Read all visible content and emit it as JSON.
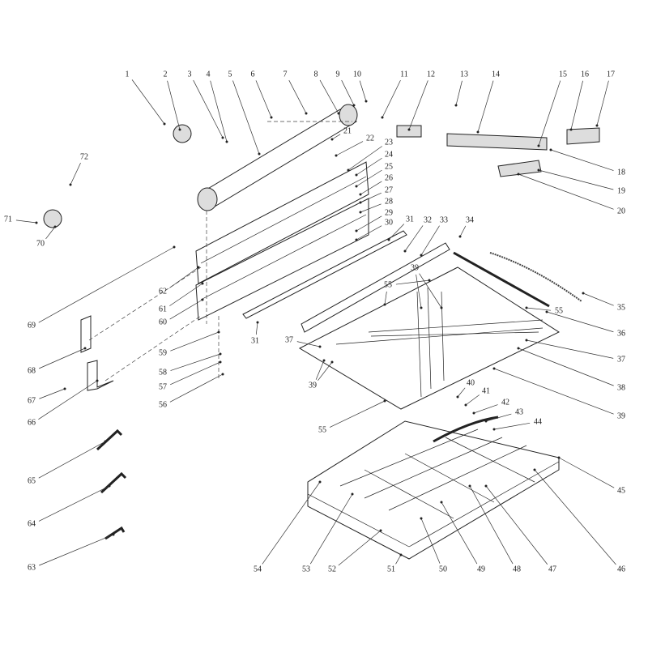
{
  "title": "Exploded parts diagram",
  "labels": [
    "1",
    "2",
    "3",
    "4",
    "5",
    "6",
    "7",
    "8",
    "9",
    "10",
    "11",
    "12",
    "13",
    "14",
    "15",
    "16",
    "17",
    "18",
    "19",
    "20",
    "21",
    "22",
    "23",
    "24",
    "25",
    "26",
    "27",
    "28",
    "29",
    "30",
    "31",
    "32",
    "33",
    "34",
    "35",
    "36",
    "37",
    "38",
    "39",
    "55",
    "39",
    "55",
    "37",
    "31",
    "39",
    "55",
    "40",
    "41",
    "42",
    "43",
    "44",
    "45",
    "46",
    "47",
    "48",
    "49",
    "50",
    "51",
    "52",
    "53",
    "54",
    "72",
    "71",
    "70",
    "69",
    "68",
    "67",
    "66",
    "65",
    "64",
    "63",
    "62",
    "61",
    "60",
    "59",
    "58",
    "57",
    "56"
  ]
}
